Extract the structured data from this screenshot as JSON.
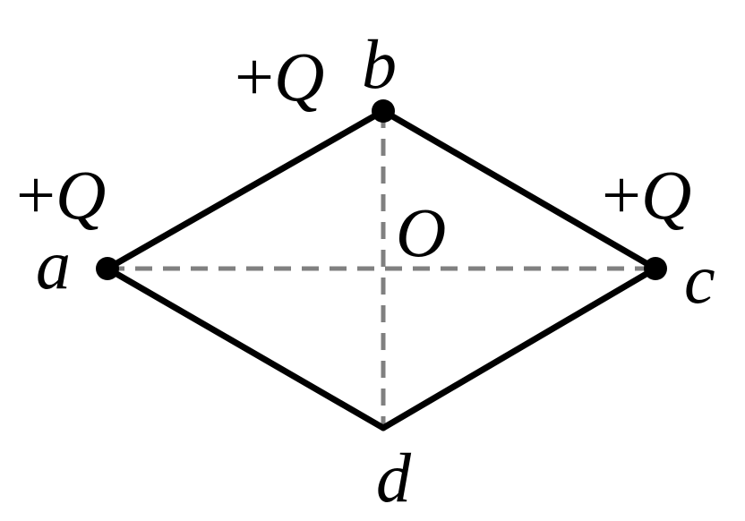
{
  "diagram": {
    "labels": {
      "a": "a",
      "b": "b",
      "c": "c",
      "d": "d",
      "O": "O",
      "charge_a_sign": "+",
      "charge_a_symbol": "Q",
      "charge_b_sign": "+",
      "charge_b_symbol": "Q",
      "charge_c_sign": "+",
      "charge_c_symbol": "Q"
    },
    "colors": {
      "edge": "#000000",
      "diagonal": "#808080",
      "charge_dot": "#000000",
      "text": "#000000"
    }
  }
}
